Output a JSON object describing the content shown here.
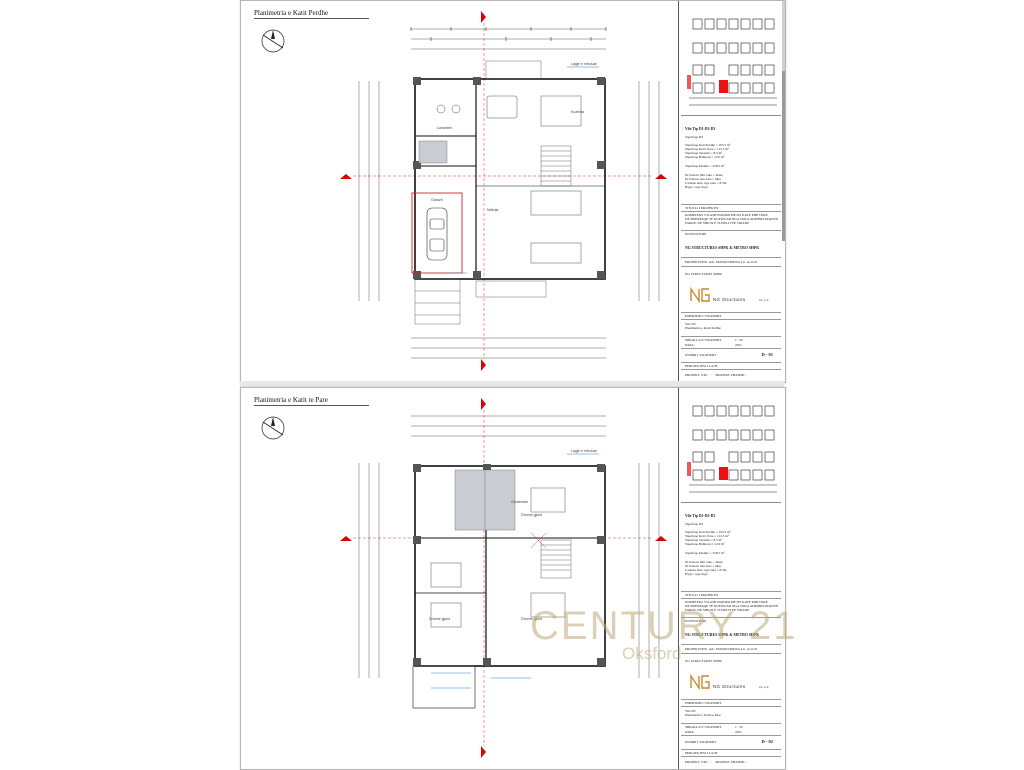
{
  "sheets": [
    {
      "title": "Planimetria e Katit Perdhe",
      "drawing_code": "D - 01",
      "floor_caption": "Planimetria e Katit Perdhe"
    },
    {
      "title": "Planimetria e Katit te Pare",
      "drawing_code": "D - 02",
      "floor_caption": "Planimetria e Katit te Pare"
    }
  ],
  "title_block": {
    "villa_type": "Vile Tip D1-D2-D3",
    "area_heading": "Siperfaqe D3",
    "areas": [
      "Siperfaqe Kati Perdhe   = 105.5 m²",
      "Siperfaqe Kati i Pare   = 112.5 m²",
      "Siperfaqe Veranda       = 8.5 m²",
      "Siperfaqe Ballkoni      = 12.0 m²",
      "Siperfaqe Pusulle        = 328.5 m²"
    ],
    "notes": [
      "Nr Kateve mbi toke = 2kate",
      "Nr Kateve nen toke = 0kat",
      "Lartesia max. nga toka = 8.3m",
      "Hyrja : nga Jugu"
    ],
    "project_label": "TITULLI I PROJEKTIT",
    "project_text": [
      "KOMPLEKS VILASH BANIMI ME DY KATE MBI TOKE",
      "NE SIPERFAQE TE KUFIZUAR NGA TOKA ADMINISTRATIVE",
      "FARKE, NE SHIUN E TUNELIT PE TIRANE"
    ],
    "investor_label": "INVESTITORI",
    "firm_name": "NG STRUCTURES SHPK & METRO SHPK",
    "designer_label": "PROJEKTUESI",
    "designer_value": "Ark. FATION HODSA  Lic. A.2119",
    "company_label": "NG STRUCTURES SHPK",
    "logo_text": "NG Structures",
    "logo_suffix": "sh.p.k",
    "drawing_label": "EMERTIMI I VIZATIMIT",
    "villa_short": "Vile D3",
    "scale_label": "SHKALLA E VIZATIMIT",
    "scale_value": "1 : 50",
    "date_label": "DATA",
    "date_value": "2021",
    "number_label": "NUMRI I VIZATIMIT",
    "responsible_label": "PERGJEGJESI I LAJIT",
    "project_phase_a": "PROJEKT. Y.M.",
    "project_phase_b": "PROJEKT ZBATIMI"
  },
  "watermark": {
    "brand": "CENTURY 21",
    "office": "Oksford"
  }
}
